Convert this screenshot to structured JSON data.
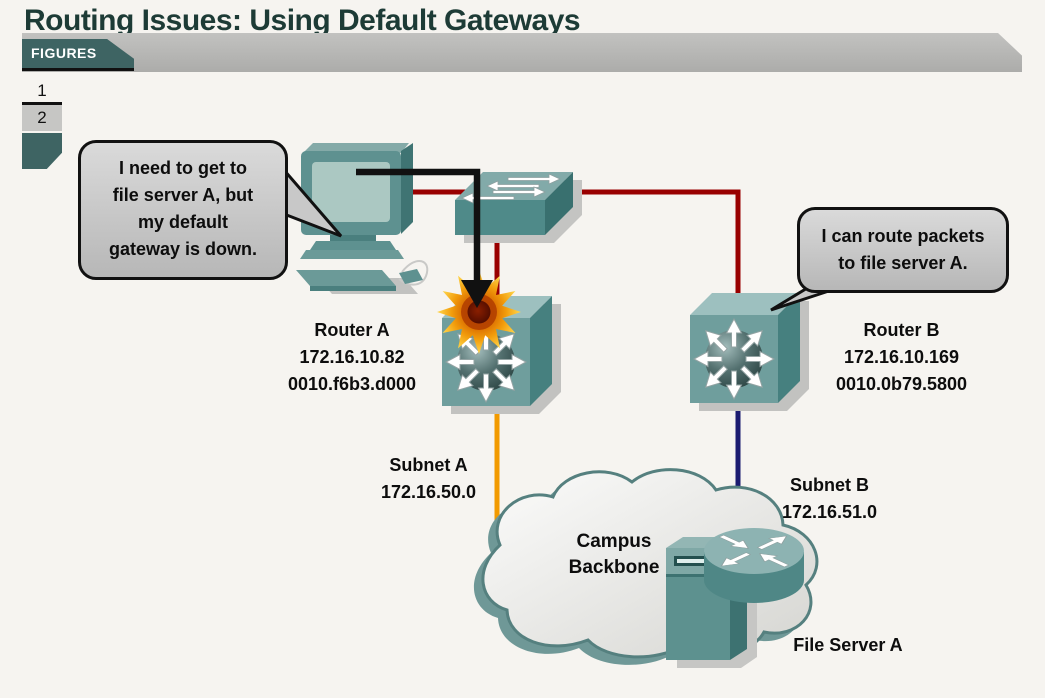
{
  "header": {
    "title": "Routing Issues: Using Default Gateways",
    "figures_tab": "FIGURES"
  },
  "sidebar": {
    "items": [
      {
        "label": "1",
        "selected": false
      },
      {
        "label": "2",
        "selected": true
      }
    ]
  },
  "bubbles": {
    "pc": {
      "line1": "I need to get to",
      "line2": "file server A, but",
      "line3": "my default",
      "line4": "gateway is down."
    },
    "router_b": {
      "line1": "I can route packets",
      "line2": "to file server A."
    }
  },
  "nodes": {
    "router_a": {
      "name": "Router A",
      "ip": "172.16.10.82",
      "mac": "0010.f6b3.d000"
    },
    "router_b": {
      "name": "Router B",
      "ip": "172.16.10.169",
      "mac": "0010.0b79.5800"
    },
    "subnet_a": {
      "name": "Subnet A",
      "network": "172.16.50.0"
    },
    "subnet_b": {
      "name": "Subnet B",
      "network": "172.16.51.0"
    },
    "cloud": {
      "line1": "Campus",
      "line2": "Backbone"
    },
    "file_server": {
      "name": "File Server A"
    }
  },
  "colors": {
    "title_text": "#1d3b36",
    "tab_teal": "#3e6463",
    "device_teal": "#5f9291",
    "link_red": "#990000",
    "link_black": "#111111",
    "link_orange": "#f29a00",
    "link_navy": "#1b1b70",
    "bubble_gray": "#c8c8c8",
    "explosion_orange": "#e87f00"
  }
}
